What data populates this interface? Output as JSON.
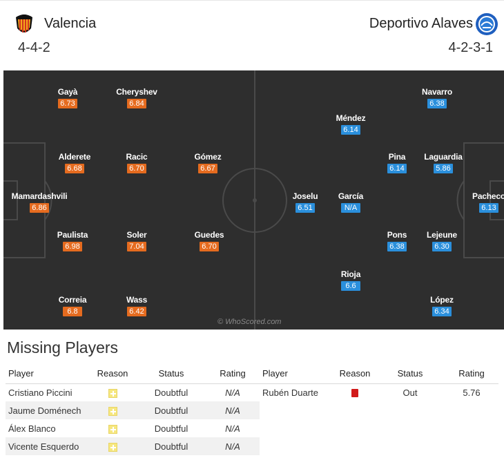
{
  "header": {
    "home": {
      "name": "Valencia",
      "formation": "4-4-2",
      "logo": "valencia-bat-crest-icon"
    },
    "away": {
      "name": "Deportivo Alaves",
      "formation": "4-2-3-1",
      "logo": "alaves-crest-icon"
    }
  },
  "colors": {
    "home_rating": "#e56b1f",
    "away_rating": "#2a8fdc",
    "pitch": "#2e2e2e"
  },
  "home_players": [
    {
      "name": "Gayà",
      "rating": "6.73"
    },
    {
      "name": "Cheryshev",
      "rating": "6.84"
    },
    {
      "name": "Alderete",
      "rating": "6.68"
    },
    {
      "name": "Racic",
      "rating": "6.70"
    },
    {
      "name": "Gómez",
      "rating": "6.67"
    },
    {
      "name": "Mamardashvili",
      "rating": "6.86"
    },
    {
      "name": "Paulista",
      "rating": "6.98"
    },
    {
      "name": "Soler",
      "rating": "7.04"
    },
    {
      "name": "Guedes",
      "rating": "6.70"
    },
    {
      "name": "Correia",
      "rating": "6.8"
    },
    {
      "name": "Wass",
      "rating": "6.42"
    }
  ],
  "away_players": [
    {
      "name": "Navarro",
      "rating": "6.38"
    },
    {
      "name": "Méndez",
      "rating": "6.14"
    },
    {
      "name": "Pina",
      "rating": "6.14"
    },
    {
      "name": "Laguardia",
      "rating": "5.86"
    },
    {
      "name": "Joselu",
      "rating": "6.51"
    },
    {
      "name": "García",
      "rating": "N/A"
    },
    {
      "name": "Pacheco",
      "rating": "6.13"
    },
    {
      "name": "Pons",
      "rating": "6.38"
    },
    {
      "name": "Lejeune",
      "rating": "6.30"
    },
    {
      "name": "Rioja",
      "rating": "6.6"
    },
    {
      "name": "López",
      "rating": "6.34"
    }
  ],
  "watermark": "© WhoScored.com",
  "missing": {
    "title": "Missing Players",
    "columns": {
      "player": "Player",
      "reason": "Reason",
      "status": "Status",
      "rating": "Rating"
    },
    "home": [
      {
        "player": "Cristiano Piccini",
        "reason": "injury-icon",
        "status": "Doubtful",
        "rating": "N/A"
      },
      {
        "player": "Jaume Doménech",
        "reason": "injury-icon",
        "status": "Doubtful",
        "rating": "N/A"
      },
      {
        "player": "Álex Blanco",
        "reason": "injury-icon",
        "status": "Doubtful",
        "rating": "N/A"
      },
      {
        "player": "Vicente Esquerdo",
        "reason": "injury-icon",
        "status": "Doubtful",
        "rating": "N/A"
      }
    ],
    "away": [
      {
        "player": "Rubén Duarte",
        "reason": "red-card-icon",
        "status": "Out",
        "rating": "5.76"
      }
    ]
  }
}
